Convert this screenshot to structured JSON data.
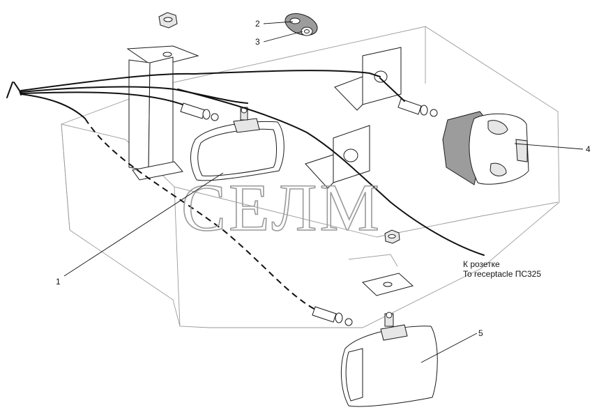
{
  "watermark": "СЕЛМ",
  "callouts": [
    {
      "id": "1",
      "label": "1"
    },
    {
      "id": "2",
      "label": "2"
    },
    {
      "id": "3",
      "label": "3"
    },
    {
      "id": "4",
      "label": "4"
    },
    {
      "id": "5",
      "label": "5"
    }
  ],
  "note": {
    "line1": "К розетке",
    "line2": "To receptacle ПС325"
  },
  "colors": {
    "line": "#1a1a1a",
    "frame": "#9a9a9a",
    "fill_light": "#e6e6e6",
    "fill_dark": "#9c9c9c"
  }
}
